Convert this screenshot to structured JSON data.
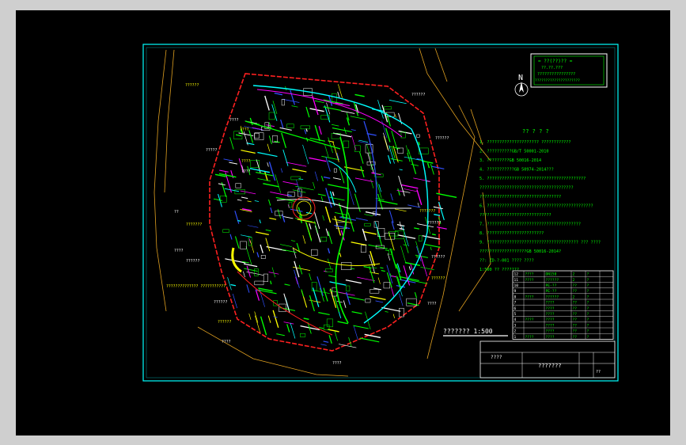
{
  "sheet": {
    "north_label": "N",
    "scale_label": "??????? 1:500",
    "title_box": {
      "line1": "= ??(??)?? =",
      "line2": "??.??.???",
      "line3": "????????????????",
      "line4": "?????????????????????"
    },
    "notes_title": "?? ? ? ?",
    "notes": [
      "1. ????????????????????? ????????????",
      "2. ??????????GB/T 50001-2010",
      "3. ?????????GB 50016-2014",
      "4. ???????????GB 50974-2014???",
      "5. ????????????????????????????????????????",
      "   ??????????????????????????????????????",
      "   ?????????????????????????????????",
      "6. ???????????????????????????????????????????",
      "   ?????????????????????????????",
      "7. ??????????????????????????????????????",
      "8. ???????????????????????",
      "9. ????????????????????????????????????? ??? ????",
      "   ???????????????????GB 50016-2014?",
      "??: ZD-?-001  ???? ????",
      "1:500 ??  ???????"
    ],
    "legend_rows": [
      [
        "12",
        "????",
        "DN150",
        "2",
        "?"
      ],
      [
        "11",
        "????",
        "??????",
        "2",
        "?"
      ],
      [
        "10",
        "",
        "PE-??",
        "??",
        "?"
      ],
      [
        "9",
        "",
        "PE-??",
        "??",
        "?"
      ],
      [
        "8",
        "????",
        "??????",
        "2",
        "?"
      ],
      [
        "7",
        "",
        "????",
        "??",
        "?"
      ],
      [
        "6",
        "",
        "????",
        "??",
        "?"
      ],
      [
        "5",
        "",
        "????",
        "??",
        "?"
      ],
      [
        "4",
        "????",
        "????",
        "??",
        "?"
      ],
      [
        "3",
        "",
        "????",
        "??",
        "?"
      ],
      [
        "2",
        "",
        "????",
        "??",
        "?"
      ],
      [
        "1",
        "????",
        "????",
        "??",
        "?"
      ]
    ],
    "title_block": {
      "project": "????",
      "drawing_name": "???????",
      "sheet_no": "??"
    },
    "site_labels": [
      "??????",
      "??????",
      "????",
      "????",
      "??????",
      "?????",
      "????",
      "????",
      "??",
      "???????",
      "????",
      "??????",
      "???????",
      "??????",
      "??????",
      "??????",
      "????",
      "??????",
      "??????",
      "????",
      "????",
      "?????????????? ???????????"
    ]
  },
  "colors": {
    "background": "#000000",
    "frame": "#00ffff",
    "pipe_green": "#00ff00",
    "pipe_yellow": "#ffff00",
    "pipe_red": "#ff2020",
    "pipe_blue": "#3050ff",
    "pipe_magenta": "#ff00ff",
    "road_orange": "#e0a020",
    "text_white": "#ffffff"
  }
}
